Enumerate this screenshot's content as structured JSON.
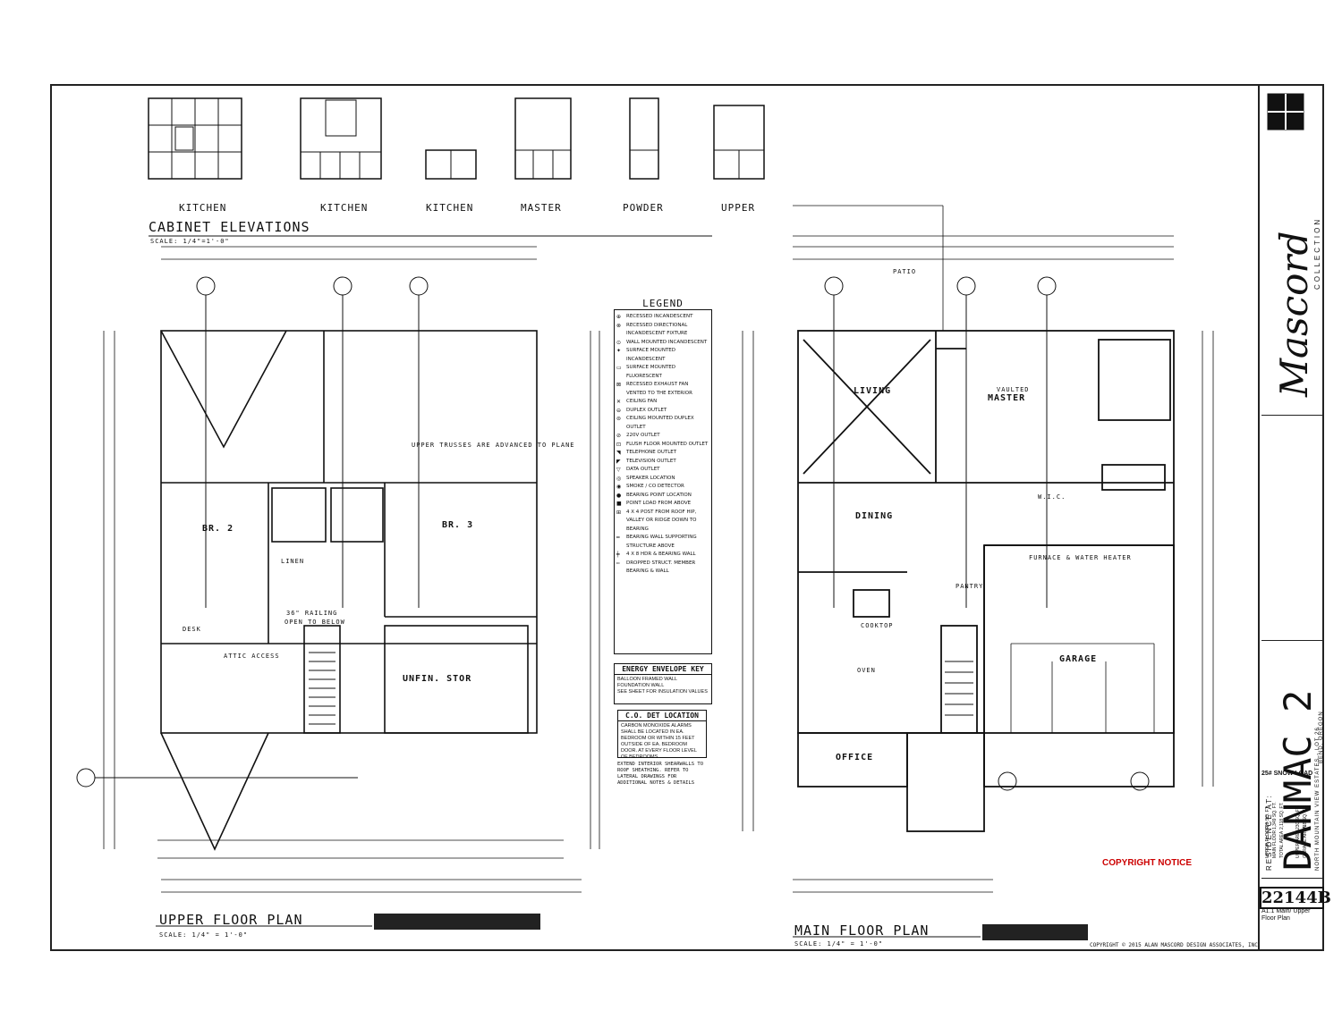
{
  "cabinet_elevations": {
    "title": "CABINET ELEVATIONS",
    "scale": "SCALE: 1/4\"=1'-0\"",
    "labels": [
      "KITCHEN",
      "KITCHEN",
      "KITCHEN",
      "MASTER",
      "POWDER",
      "UPPER"
    ]
  },
  "upper_plan": {
    "title": "UPPER FLOOR PLAN",
    "scale": "SCALE: 1/4\" = 1'-0\"",
    "rooms": [
      "BR. 2",
      "BR. 3",
      "UNFIN. STOR"
    ],
    "notes": [
      "ATTIC ACCESS",
      "OPEN TO BELOW",
      "LINEN",
      "DESK",
      "36\" RAILING",
      "UPPER TRUSSES ARE ADVANCED TO PLANE"
    ]
  },
  "main_plan": {
    "title": "MAIN FLOOR PLAN",
    "scale": "SCALE: 1/4\" = 1'-0\"",
    "rooms": [
      "LIVING",
      "MASTER",
      "DINING",
      "GARAGE",
      "OFFICE",
      "PATIO"
    ],
    "notes": [
      "VAULTED",
      "COOKTOP",
      "PANTRY",
      "OVEN",
      "W.I.C.",
      "FURNACE & WATER HEATER"
    ]
  },
  "legend": {
    "title": "LEGEND",
    "items": [
      "RECESSED INCANDESCENT",
      "RECESSED DIRECTIONAL INCANDESCENT FIXTURE",
      "WALL MOUNTED INCANDESCENT",
      "SURFACE MOUNTED INCANDESCENT",
      "SURFACE MOUNTED FLUORESCENT",
      "RECESSED EXHAUST FAN VENTED TO THE EXTERIOR",
      "CEILING FAN",
      "DUPLEX OUTLET",
      "CEILING MOUNTED DUPLEX OUTLET",
      "220V OUTLET",
      "FLUSH FLOOR MOUNTED OUTLET",
      "TELEPHONE OUTLET",
      "TELEVISION OUTLET",
      "DATA OUTLET",
      "SPEAKER LOCATION",
      "SMOKE / CO DETECTOR",
      "BEARING POINT LOCATION",
      "POINT LOAD FROM ABOVE",
      "4 X 4 POST FROM ROOF HIP, VALLEY OR RIDGE DOWN TO BEARING",
      "BEARING WALL SUPPORTING STRUCTURE ABOVE",
      "4 X 8 HDR & BEARING WALL",
      "DROPPED STRUCT. MEMBER BEARING & WALL"
    ],
    "energy_key_title": "ENERGY ENVELOPE KEY",
    "energy_key_items": [
      "BALLOON FRAMED WALL",
      "FOUNDATION WALL",
      "SEE SHEET FOR INSULATION VALUES"
    ],
    "co_title": "C.O. DET LOCATION",
    "co_text": "CARBON MONOXIDE ALARMS SHALL BE LOCATED IN EA. BEDROOM OR WITHIN 15 FEET OUTSIDE OF EA. BEDROOM DOOR. AT EVERY FLOOR LEVEL OF BEDROOMS",
    "shear_text": "EXTEND INTERIOR SHEARWALLS TO ROOF SHEATHING. REFER TO LATERAL DRAWINGS FOR ADDITIONAL NOTES & DETAILS"
  },
  "copyright_notice": "COPYRIGHT NOTICE",
  "footer_copyright": "COPYRIGHT © 2015 ALAN MASCORD DESIGN ASSOCIATES, INC.",
  "title_block": {
    "firm": "Mascord",
    "firm_sub": "COLLECTION",
    "residence_label": "RESIDENCE AT:",
    "project": "DANMAC 2",
    "location": "NORTH MOUNTAIN VIEW ESTATES - LOT 26",
    "city": "BEND, OREGON",
    "snow_load": "25# SNOW LOAD",
    "plan_number": "22144B",
    "sheet": "A1.1 Main/ Upper Floor Plan",
    "areas_labels": [
      "UPPER FLOOR",
      "MAIN FLOOR",
      "TOTAL AREA",
      "UPPER AREA",
      "GARAGE AREA"
    ],
    "areas_values": [
      "769 SQ. FT.",
      "1,349 SQ. FT.",
      "2,118 SQ. FT.",
      "230 SQ. FT.",
      "418 SQ. FT."
    ]
  },
  "colors": {
    "line": "#111111",
    "red": "#cc0000"
  }
}
